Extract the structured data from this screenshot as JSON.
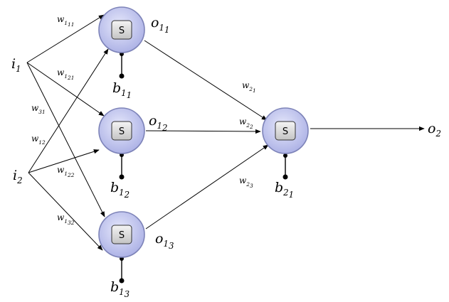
{
  "nodes": {
    "hidden_1": {
      "label": "S"
    },
    "hidden_2": {
      "label": "S"
    },
    "hidden_3": {
      "label": "S"
    },
    "output_1": {
      "label": "S"
    }
  },
  "inputs": {
    "i1": {
      "base": "i",
      "sub": "1"
    },
    "i2": {
      "base": "i",
      "sub": "2"
    }
  },
  "hidden_outputs": {
    "o11": {
      "base": "o",
      "sub1": "1",
      "sub2": "1"
    },
    "o12": {
      "base": "o",
      "sub1": "1",
      "sub2": "2"
    },
    "o13": {
      "base": "o",
      "sub1": "1",
      "sub2": "3"
    }
  },
  "final_output": {
    "base": "o",
    "sub": "2"
  },
  "biases": {
    "b11": {
      "base": "b",
      "sub1": "1",
      "sub2": "1"
    },
    "b12": {
      "base": "b",
      "sub1": "1",
      "sub2": "2"
    },
    "b13": {
      "base": "b",
      "sub1": "1",
      "sub2": "3"
    },
    "b21": {
      "base": "b",
      "sub1": "2",
      "sub2": "1"
    }
  },
  "weights": {
    "w111": {
      "base": "w",
      "sub1": "1",
      "sub2": "11"
    },
    "w121": {
      "base": "w",
      "sub1": "1",
      "sub2": "21"
    },
    "w31": {
      "base": "w",
      "sub1": "31"
    },
    "w12": {
      "base": "w",
      "sub1": "12"
    },
    "w122": {
      "base": "w",
      "sub1": "1",
      "sub2": "22"
    },
    "w132": {
      "base": "w",
      "sub1": "1",
      "sub2": "32"
    },
    "w21": {
      "base": "w",
      "sub1": "2",
      "sub2": "1"
    },
    "w22": {
      "base": "w",
      "sub1": "2",
      "sub2": "2"
    },
    "w23": {
      "base": "w",
      "sub1": "2",
      "sub2": "3"
    }
  },
  "colors": {
    "node_fill_center": "#e6e8fb",
    "node_fill_edge": "#aeb3e6",
    "node_stroke": "#7d83b8",
    "box_fill_top": "#f4f4f4",
    "box_fill_bottom": "#c4c4c4"
  }
}
